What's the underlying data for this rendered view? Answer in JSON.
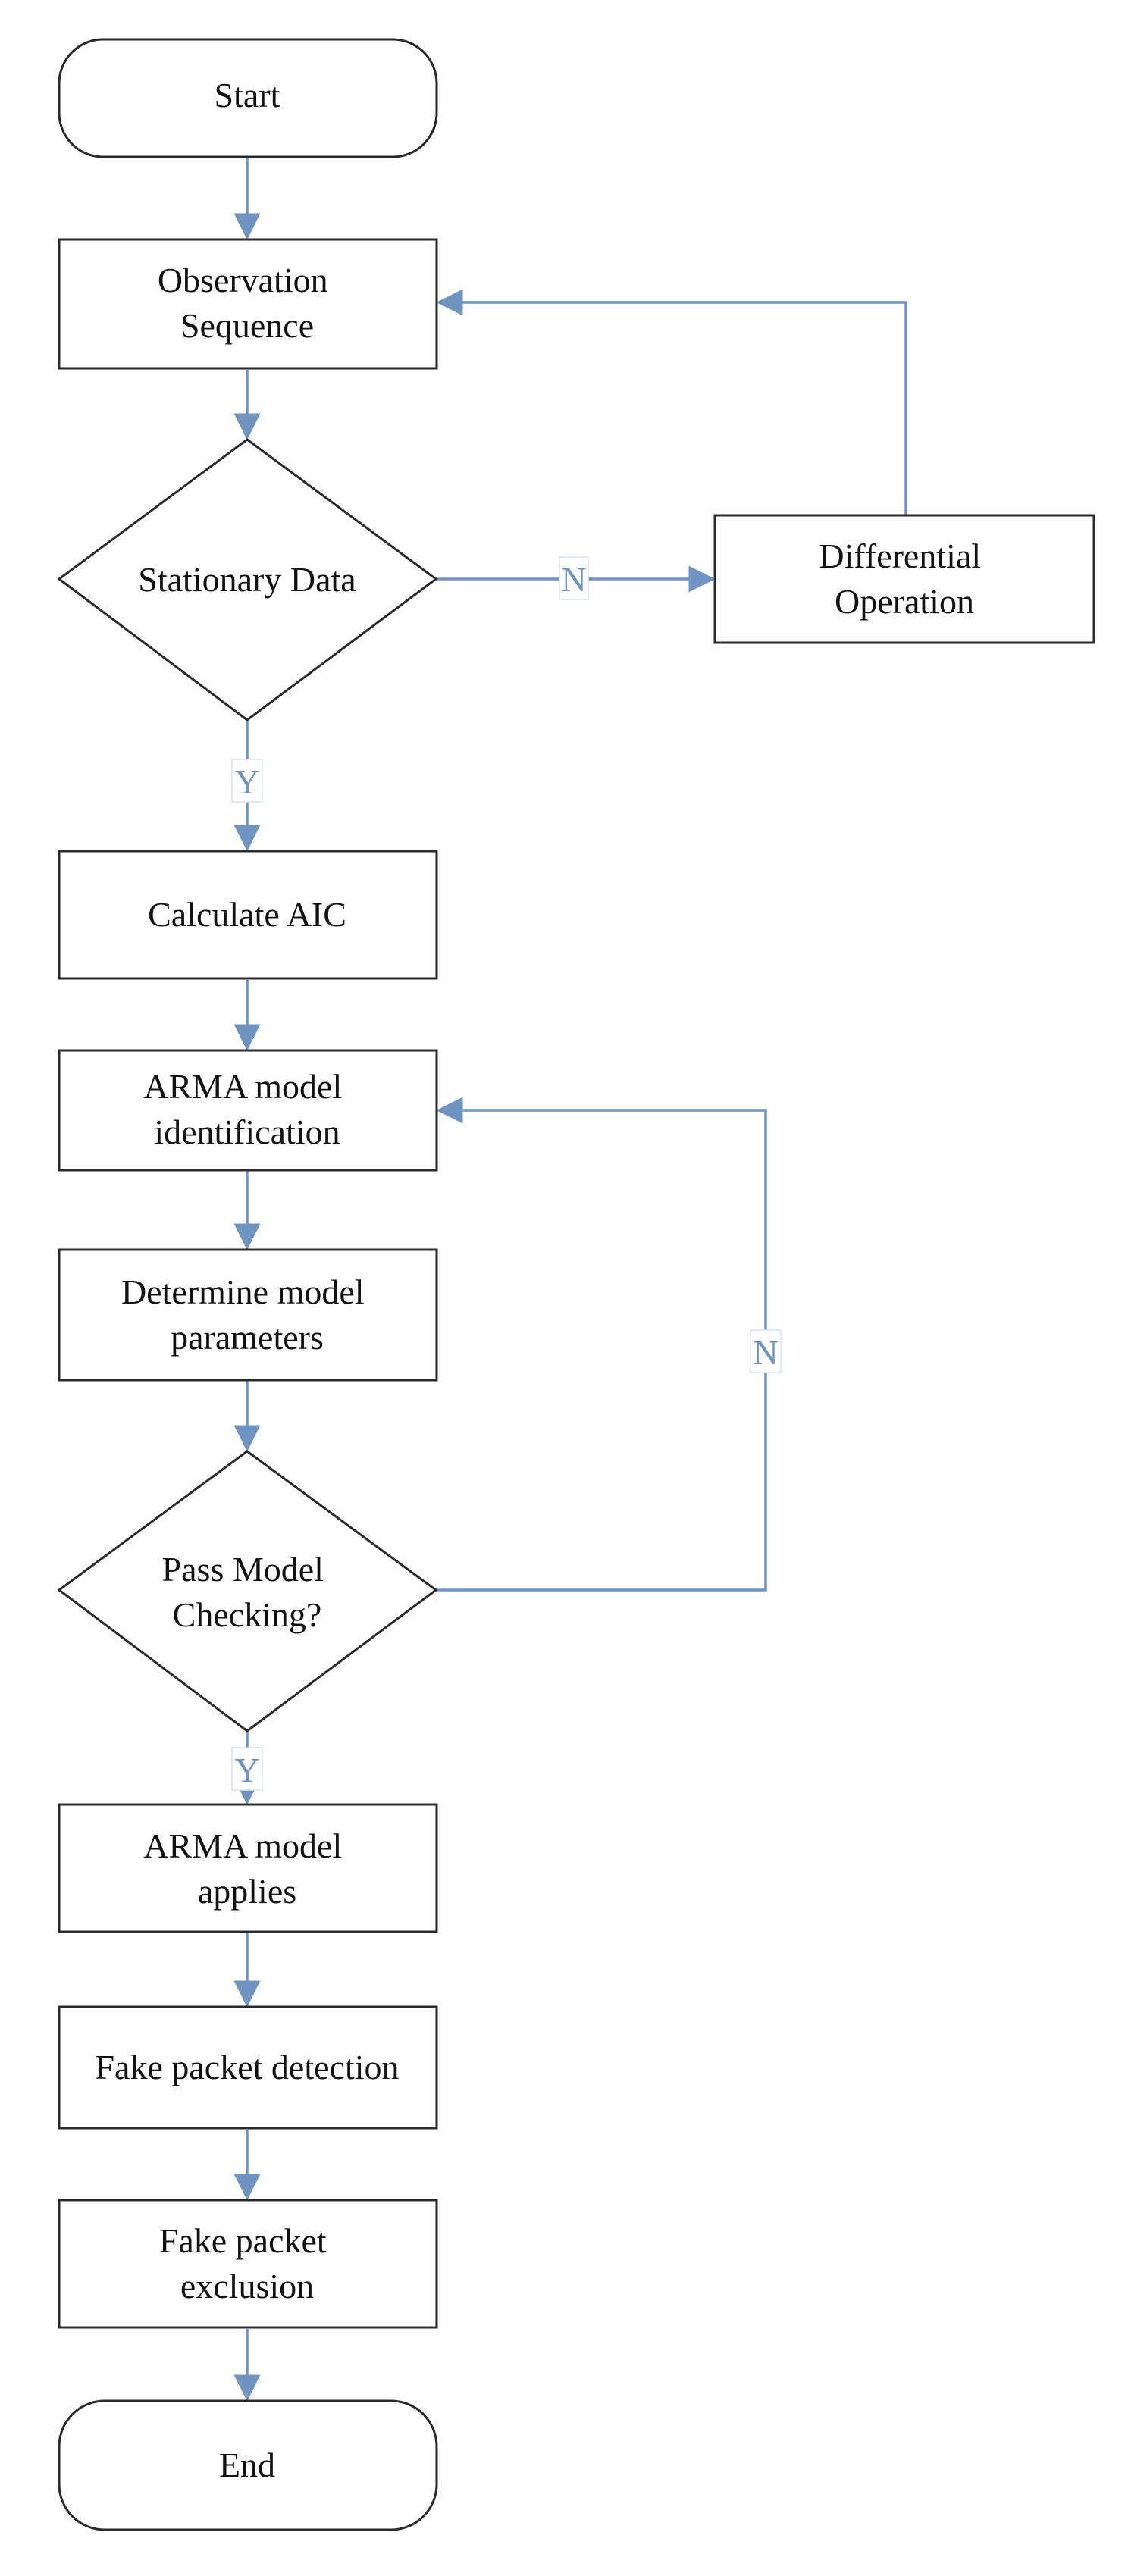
{
  "nodes": {
    "start": {
      "lines": [
        "Start"
      ]
    },
    "observation": {
      "lines": [
        "Observation",
        "Sequence"
      ]
    },
    "stationary": {
      "lines": [
        "Stationary Data"
      ]
    },
    "differential": {
      "lines": [
        "Differential",
        "Operation"
      ]
    },
    "aic": {
      "lines": [
        "Calculate AIC"
      ]
    },
    "arma_id": {
      "lines": [
        "ARMA model",
        "identification"
      ]
    },
    "params": {
      "lines": [
        "Determine model",
        "parameters"
      ]
    },
    "checking": {
      "lines": [
        "Pass Model",
        "Checking?"
      ]
    },
    "applies": {
      "lines": [
        "ARMA model",
        "applies"
      ]
    },
    "detection": {
      "lines": [
        "Fake packet detection"
      ]
    },
    "exclusion": {
      "lines": [
        "Fake packet",
        "exclusion"
      ]
    },
    "end": {
      "lines": [
        "End"
      ]
    }
  },
  "edge_labels": {
    "stationary_no": "N",
    "stationary_yes": "Y",
    "checking_no": "N",
    "checking_yes": "Y"
  }
}
